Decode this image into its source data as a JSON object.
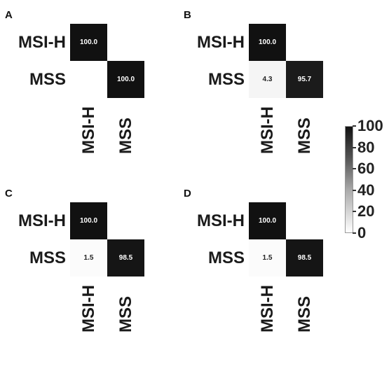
{
  "colorbar": {
    "min": 0,
    "max": 100,
    "ticks": [
      "100",
      "80",
      "60",
      "40",
      "20",
      "0"
    ]
  },
  "chart_data": [
    {
      "type": "heatmap",
      "panel": "A",
      "rows": [
        "MSI-H",
        "MSS"
      ],
      "cols": [
        "MSI-H",
        "MSS"
      ],
      "values": [
        [
          100.0,
          null
        ],
        [
          null,
          100.0
        ]
      ],
      "cell_labels": [
        [
          "100.0",
          ""
        ],
        [
          "",
          "100.0"
        ]
      ]
    },
    {
      "type": "heatmap",
      "panel": "B",
      "rows": [
        "MSI-H",
        "MSS"
      ],
      "cols": [
        "MSI-H",
        "MSS"
      ],
      "values": [
        [
          100.0,
          null
        ],
        [
          4.3,
          95.7
        ]
      ],
      "cell_labels": [
        [
          "100.0",
          ""
        ],
        [
          "4.3",
          "95.7"
        ]
      ]
    },
    {
      "type": "heatmap",
      "panel": "C",
      "rows": [
        "MSI-H",
        "MSS"
      ],
      "cols": [
        "MSI-H",
        "MSS"
      ],
      "values": [
        [
          100.0,
          null
        ],
        [
          1.5,
          98.5
        ]
      ],
      "cell_labels": [
        [
          "100.0",
          ""
        ],
        [
          "1.5",
          "98.5"
        ]
      ]
    },
    {
      "type": "heatmap",
      "panel": "D",
      "rows": [
        "MSI-H",
        "MSS"
      ],
      "cols": [
        "MSI-H",
        "MSS"
      ],
      "values": [
        [
          100.0,
          null
        ],
        [
          1.5,
          98.5
        ]
      ],
      "cell_labels": [
        [
          "100.0",
          ""
        ],
        [
          "1.5",
          "98.5"
        ]
      ]
    }
  ]
}
